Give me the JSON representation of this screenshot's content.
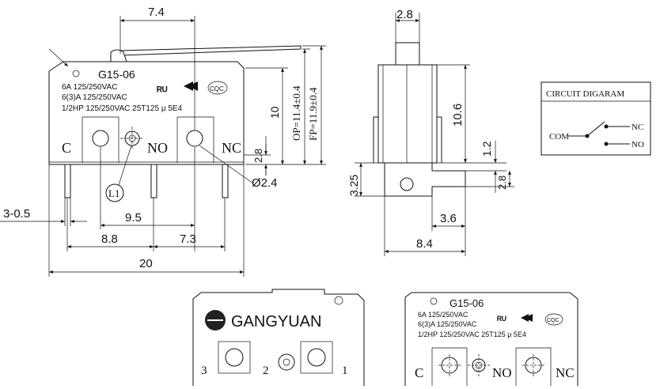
{
  "front_view": {
    "model": "G15-06",
    "rating_lines": [
      "6A 125/250VAC",
      "6(3)A 125/250VAC",
      "1/2HP 125/250VAC 25T125 μ 5E4"
    ],
    "terminal_labels": [
      "C",
      "NO",
      "NC"
    ],
    "callout": "L1",
    "dims": {
      "lever_offset": "7.4",
      "height": "10",
      "op": "OP=11.4±0.4",
      "fp": "FP=11.9±0.4",
      "pin_stub": "2.8",
      "hole": "Ø2.4",
      "pin_width": "3-0.5",
      "pitch_c_nc": "9.5",
      "pitch_a": "8.8",
      "pitch_b": "7.3",
      "length": "20"
    },
    "mark_icons": [
      "ul-mark-icon",
      "tuv-mark-icon",
      "cqc-mark-icon"
    ]
  },
  "side_view": {
    "dims": {
      "plunger": "2.8",
      "body_h": "10.6",
      "gap": "1.2",
      "base": "3.25",
      "term": "2.8",
      "term_w": "3.6",
      "width": "8.4"
    }
  },
  "circuit": {
    "title": "CIRCUIT DIGARAM",
    "labels": {
      "com": "COM",
      "nc": "NC",
      "no": "NO"
    }
  },
  "back_view": {
    "brand": "GANGYUAN",
    "numbers": [
      "3",
      "2",
      "1"
    ]
  },
  "label_view": {
    "model": "G15-06",
    "rating_lines": [
      "6A 125/250VAC",
      "6(3)A 125/250VAC",
      "1/2HP 125/250VAC 25T125 μ 5E4"
    ],
    "terminal_labels": [
      "C",
      "NO",
      "NC"
    ]
  }
}
